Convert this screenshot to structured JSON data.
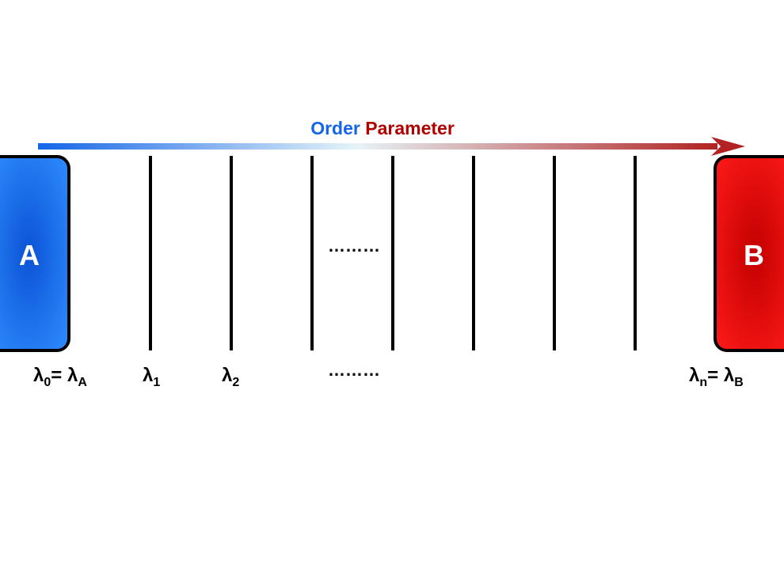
{
  "title": {
    "word1": "Order",
    "word2": "Parameter",
    "word1_color": "#1565e8",
    "word2_color": "#b00000"
  },
  "states": {
    "A": {
      "label": "A",
      "color": "#0b53d6",
      "edge_color": "#2f8cff"
    },
    "B": {
      "label": "B",
      "color": "#c30000",
      "edge_color": "#ff1a1a"
    }
  },
  "arrow": {
    "start_color": "#1565e8",
    "mid_color": "#e6f4f8",
    "end_color": "#b22222"
  },
  "interfaces": {
    "lambda0": {
      "base": "λ",
      "sub": "0",
      "eq": "= ",
      "rhs_base": "λ",
      "rhs_sub": "A"
    },
    "lambda1": {
      "base": "λ",
      "sub": "1"
    },
    "lambda2": {
      "base": "λ",
      "sub": "2"
    },
    "lambdan": {
      "base": "λ",
      "sub": "n",
      "eq": "= ",
      "rhs_base": "λ",
      "rhs_sub": "B"
    }
  },
  "ellipsis_top": "………",
  "ellipsis_bottom": "………"
}
